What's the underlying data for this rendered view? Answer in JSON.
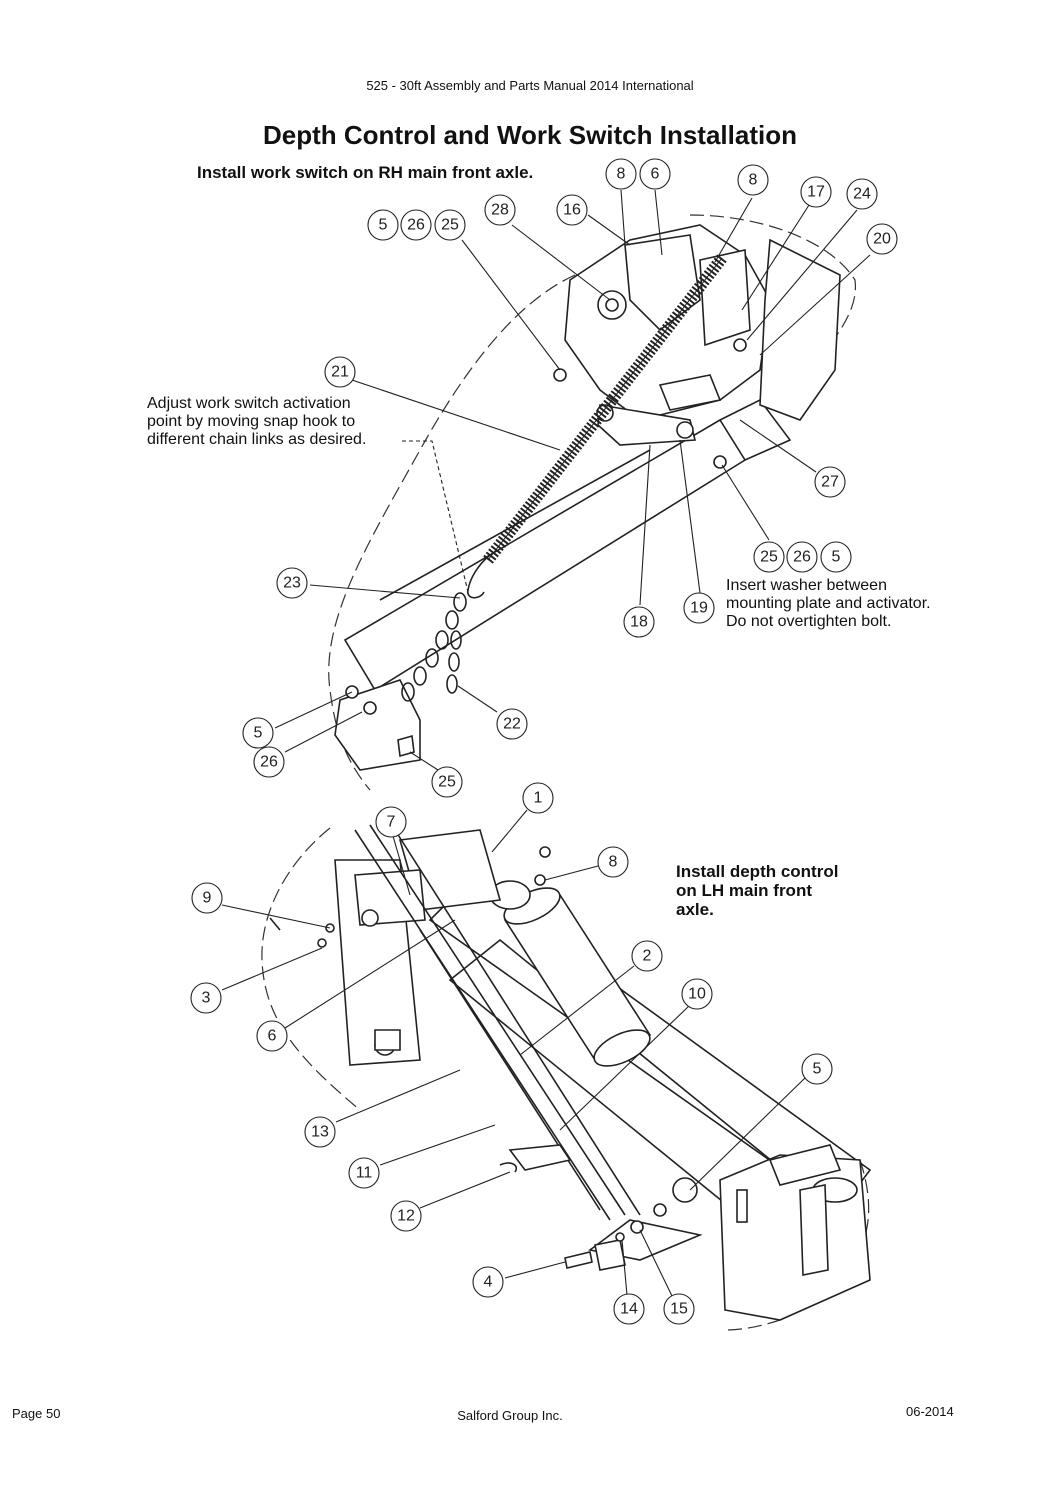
{
  "header": "525 - 30ft Assembly and Parts Manual 2014 International",
  "title": "Depth Control and Work Switch Installation",
  "notes": {
    "rh_install": "Install work switch on RH main front axle.",
    "adjust_line1": "Adjust work switch activation",
    "adjust_line2": "point by moving snap hook to",
    "adjust_line3": "different chain links as desired.",
    "washer_line1": "Insert washer between",
    "washer_line2": "mounting plate and activator.",
    "washer_line3": "Do not overtighten bolt.",
    "lh_line1": "Install depth control",
    "lh_line2": "on LH main front",
    "lh_line3": "axle."
  },
  "callouts_top": [
    "8",
    "6",
    "8",
    "17",
    "24",
    "20",
    "16",
    "28",
    "5",
    "26",
    "25",
    "21",
    "27",
    "25",
    "26",
    "5",
    "19",
    "18",
    "23",
    "22",
    "5",
    "26",
    "25"
  ],
  "callouts_bottom": [
    "1",
    "7",
    "8",
    "9",
    "3",
    "6",
    "2",
    "10",
    "5",
    "13",
    "11",
    "12",
    "4",
    "14",
    "15"
  ],
  "footer": {
    "page": "Page 50",
    "company": "Salford Group Inc.",
    "date": "06-2014"
  }
}
